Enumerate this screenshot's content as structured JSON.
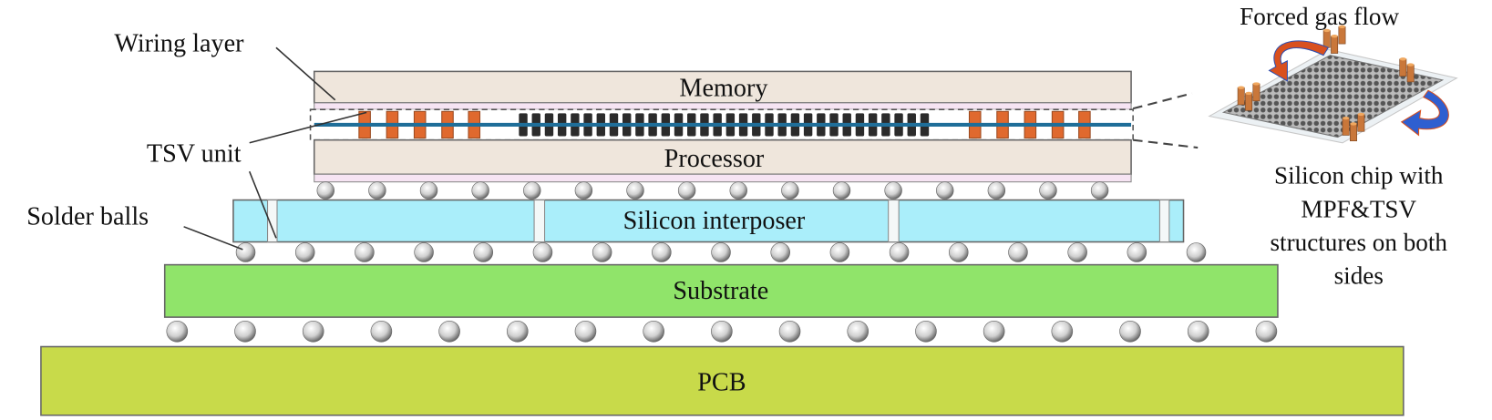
{
  "labels": {
    "memory": "Memory",
    "processor": "Processor",
    "interposer": "Silicon interposer",
    "substrate": "Substrate",
    "pcb": "PCB",
    "wiring_layer": "Wiring layer",
    "tsv_unit": "TSV unit",
    "solder_balls": "Solder balls",
    "forced_gas_flow": "Forced gas flow",
    "chip_caption": [
      "Silicon chip with",
      "MPF&TSV",
      "structures on both",
      "sides"
    ]
  },
  "colors": {
    "die": "#efe6dc",
    "wiring": "#f6e4f3",
    "interposer": "#aaeefa",
    "substrate": "#90e46a",
    "pcb": "#c8da4a",
    "tsv": "#e0692e",
    "bump": "#2b2b2b",
    "trace": "#1f6e99"
  }
}
